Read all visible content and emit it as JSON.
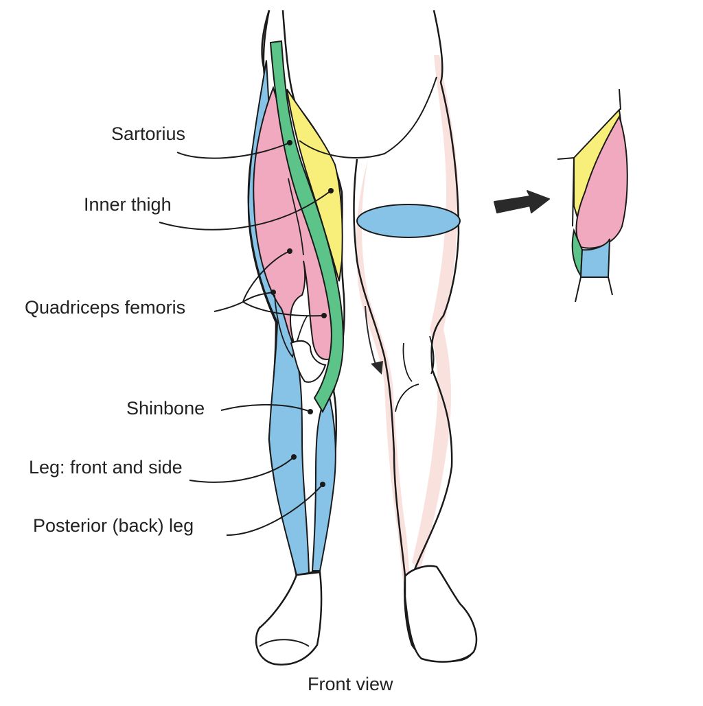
{
  "labels": {
    "sartorius": "Sartorius",
    "inner_thigh": "Inner thigh",
    "quadriceps": "Quadriceps femoris",
    "shinbone": "Shinbone",
    "leg_front_side": "Leg: front and side",
    "posterior_leg": "Posterior (back) leg"
  },
  "caption": "Front view",
  "colors": {
    "sartorius": "#5cc489",
    "inner_thigh": "#f8ef7a",
    "quadriceps": "#f1a9c0",
    "leg_muscles": "#86c3e6",
    "skin_shade": "#f9e1de",
    "outline": "#1a1a1a"
  },
  "icons": [
    "arrow-right-icon",
    "arrow-down-icon"
  ]
}
